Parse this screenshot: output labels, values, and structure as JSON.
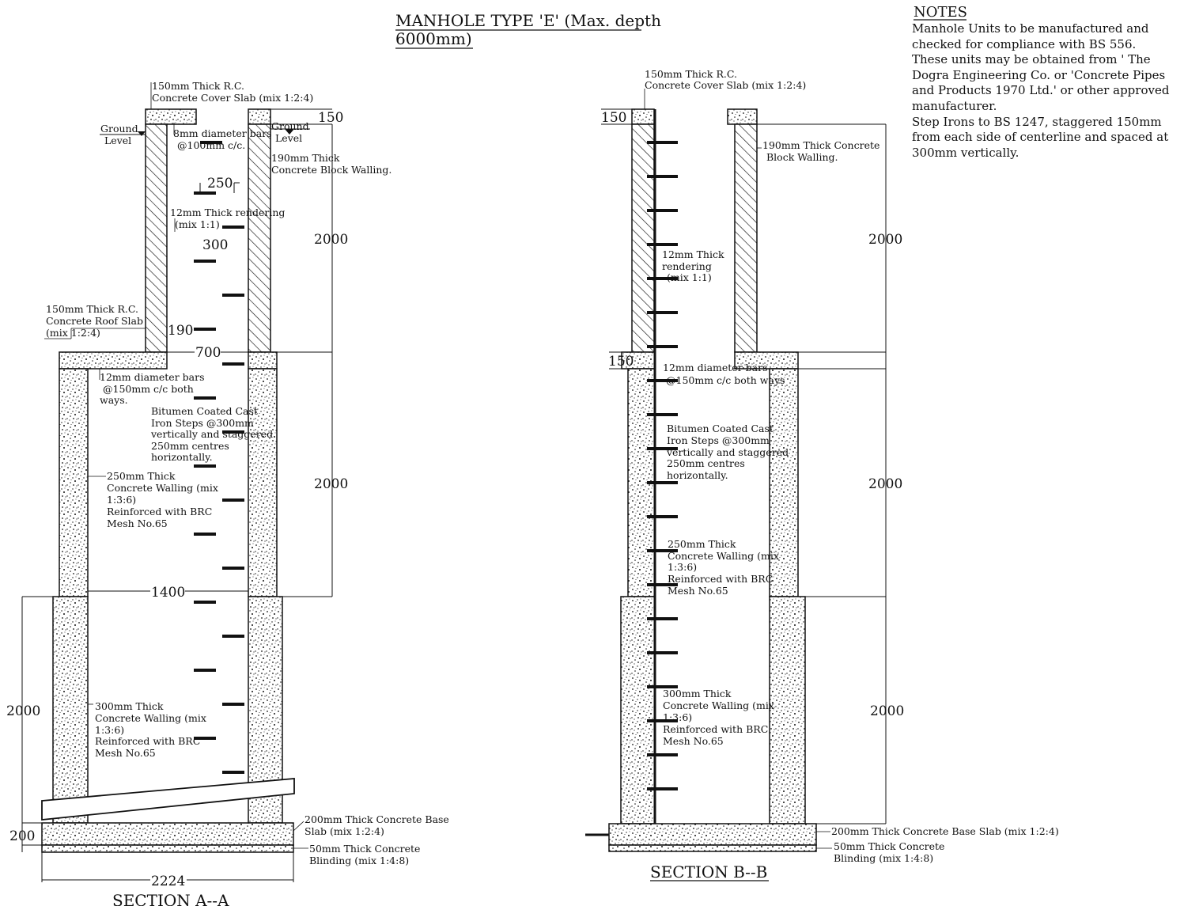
{
  "title": {
    "line1": "MANHOLE TYPE 'E' (Max. depth",
    "line2": "6000mm)"
  },
  "notes": {
    "heading": "NOTES",
    "lines": [
      "Manhole Units to be manufactured and",
      "checked for compliance with BS 556.",
      "These units may be obtained from ' The",
      "Dogra Engineering Co. or 'Concrete Pipes",
      "and Products 1970 Ltd.' or other approved",
      "manufacturer.",
      "Step Irons to BS 1247, staggered 150mm",
      "from each side of centerline and spaced at",
      "300mm vertically."
    ]
  },
  "section_a": {
    "caption": "SECTION A--A",
    "labels": {
      "cover_slab": [
        "150mm Thick R.C.",
        "Concrete Cover Slab (mix 1:2:4)"
      ],
      "ground_left": [
        "Ground",
        "Level"
      ],
      "ground_right": [
        "Ground",
        "Level"
      ],
      "bars_8mm": [
        "8mm diameter bars",
        "@100mm c/c."
      ],
      "block_wall": [
        "190mm Thick",
        "Concrete Block Walling."
      ],
      "rendering": [
        "12mm Thick rendering",
        "(mix 1:1)"
      ],
      "roof_slab": [
        "150mm Thick R.C.",
        "Concrete  Roof Slab",
        "(mix 1:2:4)"
      ],
      "bars_12mm": [
        "12mm diameter bars",
        "@150mm c/c both",
        "ways."
      ],
      "steps": [
        "Bitumen Coated Cast",
        "Iron Steps @300mm",
        "vertically and staggered",
        "250mm centres",
        "horizontally."
      ],
      "wall_250": [
        "250mm Thick",
        "Concrete Walling (mix",
        "1:3:6)",
        "Reinforced with BRC",
        "Mesh No.65"
      ],
      "wall_300": [
        "300mm Thick",
        "Concrete Walling (mix",
        "1:3:6)",
        "Reinforced with BRC",
        "Mesh No.65"
      ],
      "base_slab": [
        "200mm Thick Concrete Base",
        "Slab (mix 1:2:4)"
      ],
      "blinding": [
        "50mm Thick Concrete",
        "Blinding (mix 1:4:8)"
      ]
    },
    "dims": {
      "d150": "150",
      "d250": "250",
      "d300": "300",
      "d190": "190",
      "d700": "700",
      "d1400": "1400",
      "d2000_top": "2000",
      "d2000_mid": "2000",
      "d2000_low": "2000",
      "d200": "200",
      "d2224": "2224"
    }
  },
  "section_b": {
    "caption": "SECTION B--B",
    "labels": {
      "cover_slab": [
        "150mm Thick R.C.",
        "Concrete Cover Slab (mix 1:2:4)"
      ],
      "block_wall": [
        "190mm Thick Concrete",
        "Block Walling."
      ],
      "rendering": [
        "12mm Thick",
        "rendering",
        "(mix 1:1)"
      ],
      "bars_12mm": [
        "12mm diameter bars",
        "@150mm c/c both ways"
      ],
      "steps": [
        "Bitumen Coated Cast",
        "Iron Steps @300mm",
        "vertically and staggered",
        "250mm centres",
        "horizontally."
      ],
      "wall_250": [
        "250mm Thick",
        "Concrete Walling (mix",
        "1:3:6)",
        "Reinforced with BRC",
        "Mesh No.65"
      ],
      "wall_300": [
        "300mm Thick",
        "Concrete Walling (mix",
        "1:3:6)",
        "Reinforced with BRC",
        "Mesh No.65"
      ],
      "base_slab": [
        "200mm Thick Concrete Base Slab (mix 1:2:4)"
      ],
      "blinding": [
        "50mm Thick Concrete",
        "Blinding (mix 1:4:8)"
      ]
    },
    "dims": {
      "d150_top": "150",
      "d150_mid": "150",
      "d2000_top": "2000",
      "d2000_mid": "2000",
      "d2000_low": "2000"
    }
  }
}
